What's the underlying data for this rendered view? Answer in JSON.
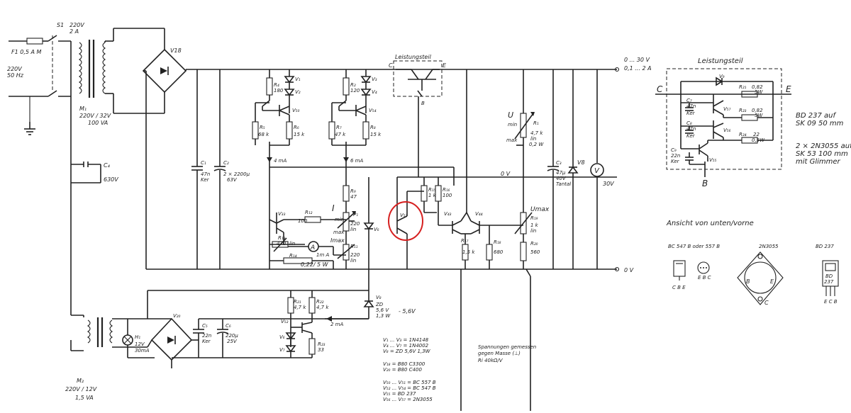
{
  "mains": {
    "fuse": "F1  0,5 A  M",
    "switch": "S1",
    "rating": "220V\n2 A",
    "input": "220V\n50 Hz"
  },
  "transformer_main": {
    "name": "M₁",
    "spec": "220V / 32V",
    "va": "100 VA"
  },
  "transformer_aux": {
    "name": "M₂",
    "spec": "220V / 12V",
    "va": "1,5 VA"
  },
  "c4": {
    "name": "C₄",
    "value": "630V"
  },
  "v18": "V18",
  "c1": {
    "name": "C₁",
    "value": "47n",
    "type": "Ker"
  },
  "c2": {
    "name": "C₂",
    "value": "2 × 2200μ",
    "volt": "63V"
  },
  "r_left": [
    {
      "name": "R₄",
      "value": "180"
    },
    {
      "name": "R₂",
      "value": "120"
    }
  ],
  "diodes_top": [
    "V₁",
    "V₂",
    "V₃",
    "V₄"
  ],
  "trans_top": [
    "V₅₀",
    "V₅₄"
  ],
  "r_mid": [
    {
      "name": "R₅",
      "value": "68 k"
    },
    {
      "name": "R₆",
      "value": "15 k"
    },
    {
      "name": "R₇",
      "value": "47 k"
    },
    {
      "name": "R₈",
      "value": "15 k"
    }
  ],
  "currents": {
    "left": "4 mA",
    "right": "6 mA",
    "bottom": "2 mA"
  },
  "leistungsteil": {
    "title": "Leistungsteil",
    "c": "C",
    "e": "E",
    "b": "B"
  },
  "output": {
    "v": "0 ... 30 V",
    "i": "0,1 ... 2 A",
    "zero": "0 V",
    "gnd": "0 V"
  },
  "umax": {
    "u": "U",
    "min": "min",
    "max": "max",
    "r": "R₁",
    "r_value": "4,7 k",
    "lin": "lin",
    "watt": "0,2 W"
  },
  "c_out": {
    "name": "C₃",
    "value": "47μ",
    "volt": "40V",
    "type": "Tantal"
  },
  "v8": "V8",
  "voltmeter": {
    "sym": "V",
    "range": "30V"
  },
  "current_section": {
    "I": "I",
    "min": "min",
    "max": "max",
    "Imax": "Imax",
    "P": "P₁",
    "r47": {
      "name": "R₉",
      "value": "47"
    },
    "r220a": {
      "name": "R₁₀",
      "value": "220",
      "lin": "lin"
    },
    "r220b": {
      "name": "R₁₁",
      "value": "220",
      "lin": "lin"
    },
    "vs": "V₃₃",
    "rf": {
      "name": "R₁₂",
      "value": "100"
    },
    "rk": {
      "name": "R₁₃",
      "value": "470",
      "lin": "lin"
    },
    "ammeter": "A",
    "amm_range": "1m A",
    "shunt": {
      "name": "R₁₄",
      "value": "0,22/ 5 W"
    },
    "v6": "V₆"
  },
  "diff_amp": {
    "vref": "V₅₃",
    "va": "V₄₃",
    "vb": "V₄₄",
    "r1": {
      "name": "R₁₅",
      "value": "1 k"
    },
    "r2": {
      "name": "R₁₆",
      "value": "100"
    },
    "r3": {
      "name": "R₁₇",
      "value": "1,5 k"
    },
    "r4": {
      "name": "R₁₈",
      "value": "680"
    }
  },
  "umax_section": {
    "label": "Umax",
    "r": "R₁₉",
    "value": "1 k",
    "lin": "lin",
    "r2": "R₂₀",
    "value2": "560"
  },
  "neg_supply": {
    "vm": "V₂₀",
    "c5": {
      "name": "C₅",
      "value": "22n",
      "type": "Ker"
    },
    "c6": {
      "name": "C₆",
      "value": "220μ",
      "volt": "25V"
    },
    "lamp": {
      "name": "H₁",
      "value": "12V\n30mA"
    },
    "r1": {
      "name": "R₂₁",
      "value": "4,7 k"
    },
    "r2": {
      "name": "R₂₂",
      "value": "4,7 k"
    },
    "r3": {
      "name": "R₂₃",
      "value": "33"
    },
    "t": "V₅₂",
    "d1": "V₆",
    "d2": "V₇",
    "zd": {
      "name": "V₈",
      "type": "ZD",
      "v": "5,6 V",
      "w": "1,3 W"
    },
    "neg": "- 5,6V"
  },
  "legend": [
    "V₁ ... V₃  =  1N4148",
    "V₄ ... V₇  =  1N4002",
    "V₈          =  ZD 5,6V 1,3W",
    "",
    "V₁₈        =  B80 C3300",
    "V₂₀        =  B80 C400",
    "",
    "V₅₀ ... V₅₁ =  BC 557 B",
    "V₅₂ ... V₅₄ =  BC 547 B",
    "V₅₅        =  BD 237",
    "V₅₆ ... V₅₇ =  2N3055"
  ],
  "measure_note": [
    "Spannungen gemessen",
    "gegen Masse (⊥)",
    "Ri   40kΩ/V"
  ],
  "detail": {
    "title": "Leistungsteil",
    "c": "C",
    "e": "E",
    "b": "B",
    "r1": {
      "name": "R₂₁",
      "value": "0,82",
      "w": "5W"
    },
    "r2": {
      "name": "R₂₃",
      "value": "0,82",
      "w": "5W"
    },
    "r3": {
      "name": "R₂₄",
      "value": "22",
      "w": "0,5W"
    },
    "c7": {
      "name": "C₇",
      "value": "47n",
      "type": "Ker"
    },
    "c8": {
      "name": "C₈",
      "value": "47n",
      "type": "Ker"
    },
    "c9": {
      "name": "C₉",
      "value": "22n",
      "type": "Ker"
    },
    "v9": "V₉",
    "t1": "V₅₇",
    "t2": "V₅₆",
    "t3": "V₅₅"
  },
  "mounting": [
    "BD 237  auf",
    "SK 09   50 mm",
    "",
    "2 × 2N3055 auf",
    "SK 53  100 mm",
    "mit Glimmer"
  ],
  "ansicht": {
    "title": "Ansicht von unten/vorne",
    "bc": "BC 547 B  oder  557 B",
    "bc_pins1": "C B E",
    "bc_pins2": "E B C",
    "n3055": "2N3055",
    "n_b": "B",
    "n_e": "E",
    "n_c": "C",
    "bd": "BD 237",
    "bd_mark": "BD\n237",
    "bd_pins": "E C B"
  }
}
